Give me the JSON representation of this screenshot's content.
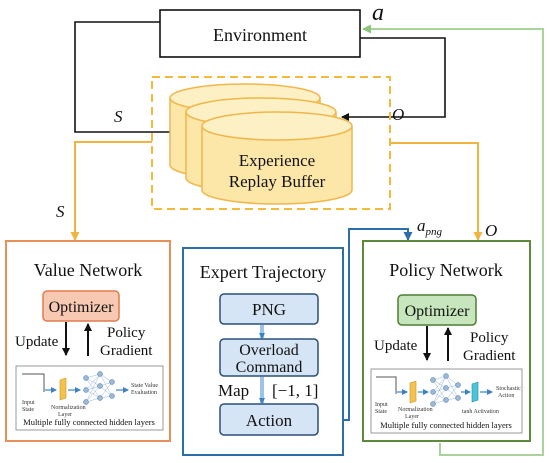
{
  "environment": {
    "label": "Environment"
  },
  "signals": {
    "a": "a",
    "s_top": "S",
    "o_top": "O",
    "s_value": "S",
    "a_png_base": "a",
    "a_png_sub": "png",
    "o_policy": "O"
  },
  "buffer": {
    "line1": "Experience",
    "line2": "Replay Buffer"
  },
  "value_network": {
    "title": "Value Network",
    "optimizer": "Optimizer",
    "update": "Update",
    "policy_gradient_1": "Policy",
    "policy_gradient_2": "Gradient",
    "net": {
      "input_1": "Input",
      "input_2": "State",
      "norm_1": "Normalization",
      "norm_2": "Layer",
      "output_1": "State Value",
      "output_2": "Evaluation"
    },
    "caption": "Multiple fully connected hidden layers"
  },
  "expert_trajectory": {
    "title": "Expert Trajectory",
    "png": "PNG",
    "overload_1": "Overload",
    "overload_2": "Command",
    "map": "Map",
    "range": "[−1, 1]",
    "action": "Action"
  },
  "policy_network": {
    "title": "Policy Network",
    "optimizer": "Optimizer",
    "update": "Update",
    "policy_gradient_1": "Policy",
    "policy_gradient_2": "Gradient",
    "net": {
      "input_1": "Input",
      "input_2": "State",
      "norm_1": "Normalization",
      "norm_2": "Layer",
      "tanh": "tanh Activation",
      "output_1": "Stochastic",
      "output_2": "Action"
    },
    "caption": "Multiple fully connected hidden layers"
  },
  "colors": {
    "orange_dash": "#f5b93c",
    "buffer_fill": "#fde7a8",
    "value_border": "#e8905a",
    "value_opt_fill": "#f8c9b2",
    "expert_border": "#2c6fa6",
    "expert_box_fill": "#d5e5f5",
    "policy_border": "#5d8a3a",
    "policy_opt_fill": "#c7e6bd",
    "green_arrow": "#a9d39a",
    "blue_arrow": "#2d6fae"
  }
}
